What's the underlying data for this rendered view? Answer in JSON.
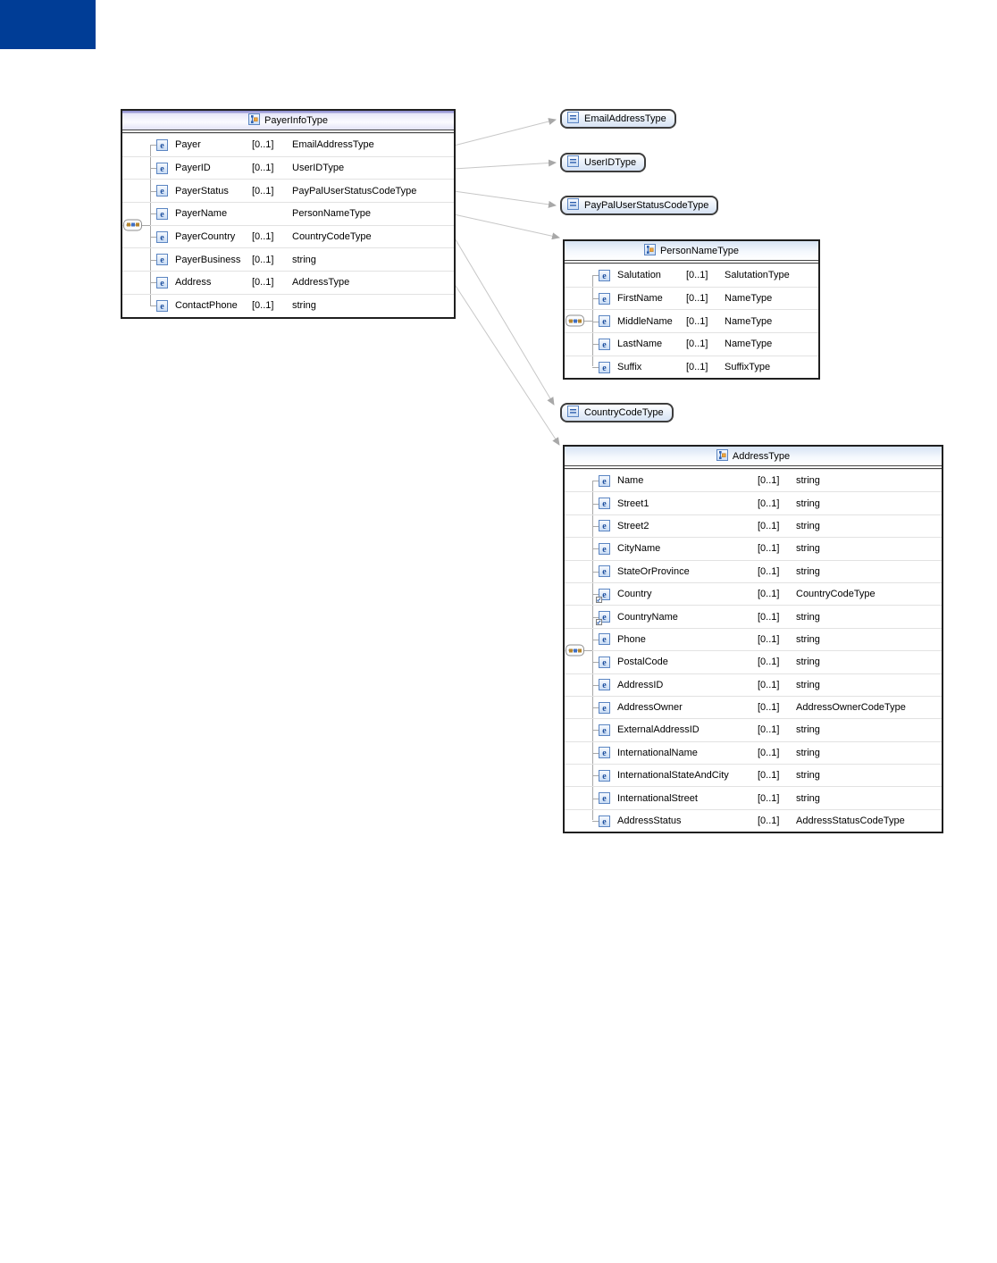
{
  "logo": {
    "color": "#003d96"
  },
  "diagram": {
    "payer_info": {
      "title": "PayerInfoType",
      "rows": [
        {
          "name": "Payer",
          "card": "[0..1]",
          "type": "EmailAddressType",
          "icon": "element"
        },
        {
          "name": "PayerID",
          "card": "[0..1]",
          "type": "UserIDType",
          "icon": "element"
        },
        {
          "name": "PayerStatus",
          "card": "[0..1]",
          "type": "PayPalUserStatusCodeType",
          "icon": "element"
        },
        {
          "name": "PayerName",
          "card": "",
          "type": "PersonNameType",
          "icon": "element"
        },
        {
          "name": "PayerCountry",
          "card": "[0..1]",
          "type": "CountryCodeType",
          "icon": "element"
        },
        {
          "name": "PayerBusiness",
          "card": "[0..1]",
          "type": "string",
          "icon": "element"
        },
        {
          "name": "Address",
          "card": "[0..1]",
          "type": "AddressType",
          "icon": "element"
        },
        {
          "name": "ContactPhone",
          "card": "[0..1]",
          "type": "string",
          "icon": "element"
        }
      ]
    },
    "person_name": {
      "title": "PersonNameType",
      "rows": [
        {
          "name": "Salutation",
          "card": "[0..1]",
          "type": "SalutationType",
          "icon": "element"
        },
        {
          "name": "FirstName",
          "card": "[0..1]",
          "type": "NameType",
          "icon": "element"
        },
        {
          "name": "MiddleName",
          "card": "[0..1]",
          "type": "NameType",
          "icon": "element"
        },
        {
          "name": "LastName",
          "card": "[0..1]",
          "type": "NameType",
          "icon": "element"
        },
        {
          "name": "Suffix",
          "card": "[0..1]",
          "type": "SuffixType",
          "icon": "element"
        }
      ]
    },
    "address": {
      "title": "AddressType",
      "rows": [
        {
          "name": "Name",
          "card": "[0..1]",
          "type": "string",
          "icon": "element"
        },
        {
          "name": "Street1",
          "card": "[0..1]",
          "type": "string",
          "icon": "element"
        },
        {
          "name": "Street2",
          "card": "[0..1]",
          "type": "string",
          "icon": "element"
        },
        {
          "name": "CityName",
          "card": "[0..1]",
          "type": "string",
          "icon": "element"
        },
        {
          "name": "StateOrProvince",
          "card": "[0..1]",
          "type": "string",
          "icon": "element"
        },
        {
          "name": "Country",
          "card": "[0..1]",
          "type": "CountryCodeType",
          "icon": "element-ref"
        },
        {
          "name": "CountryName",
          "card": "[0..1]",
          "type": "string",
          "icon": "element-ref"
        },
        {
          "name": "Phone",
          "card": "[0..1]",
          "type": "string",
          "icon": "element"
        },
        {
          "name": "PostalCode",
          "card": "[0..1]",
          "type": "string",
          "icon": "element"
        },
        {
          "name": "AddressID",
          "card": "[0..1]",
          "type": "string",
          "icon": "element"
        },
        {
          "name": "AddressOwner",
          "card": "[0..1]",
          "type": "AddressOwnerCodeType",
          "icon": "element"
        },
        {
          "name": "ExternalAddressID",
          "card": "[0..1]",
          "type": "string",
          "icon": "element"
        },
        {
          "name": "InternationalName",
          "card": "[0..1]",
          "type": "string",
          "icon": "element"
        },
        {
          "name": "InternationalStateAndCity",
          "card": "[0..1]",
          "type": "string",
          "icon": "element"
        },
        {
          "name": "InternationalStreet",
          "card": "[0..1]",
          "type": "string",
          "icon": "element"
        },
        {
          "name": "AddressStatus",
          "card": "[0..1]",
          "type": "AddressStatusCodeType",
          "icon": "element"
        }
      ]
    },
    "type_pills": {
      "email": "EmailAddressType",
      "user_id": "UserIDType",
      "paypal_status": "PayPalUserStatusCodeType",
      "country_code": "CountryCodeType"
    }
  }
}
